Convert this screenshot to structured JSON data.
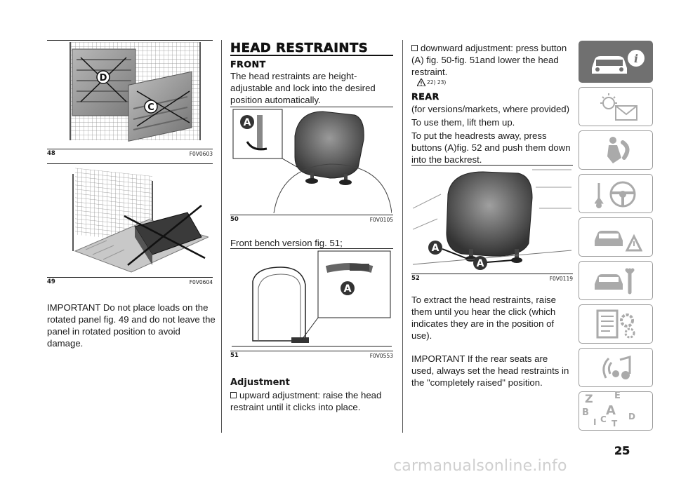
{
  "figures": {
    "fig48": {
      "num": "48",
      "code": "F0V0603",
      "callouts": [
        "D",
        "C"
      ]
    },
    "fig49": {
      "num": "49",
      "code": "F0V0604"
    },
    "fig50": {
      "num": "50",
      "code": "F0V0105",
      "callouts": [
        "A"
      ]
    },
    "fig51": {
      "num": "51",
      "code": "F0V0553",
      "callouts": [
        "A"
      ]
    },
    "fig52": {
      "num": "52",
      "code": "F0V0119",
      "callouts": [
        "A",
        "A"
      ]
    }
  },
  "col1": {
    "important": "IMPORTANT Do not place loads on the rotated panel fig. 49 and do not leave the panel in rotated position to avoid damage."
  },
  "col2": {
    "title": "HEAD RESTRAINTS",
    "front_heading": "FRONT",
    "front_text": "The head restraints are height-adjustable and lock into the desired position automatically.",
    "bench_text": "Front bench version fig. 51;",
    "adjustment_heading": "Adjustment",
    "upward_text": "upward adjustment: raise the head restraint until it clicks into place."
  },
  "col3": {
    "downward_text": "downward adjustment: press button (A) fig. 50-fig. 51and lower the head restraint.",
    "note_refs": "22) 23)",
    "rear_heading": "REAR",
    "rear_p1": "(for versions/markets, where provided)",
    "rear_p2": "To use them, lift them up.",
    "rear_p3": "To put the headrests away, press buttons (A)fig. 52 and push them down into the backrest.",
    "extract_text": "To extract the head restraints, raise them until you hear the click (which indicates they are in the position of use).",
    "important_text": "IMPORTANT If the rear seats are used, always set the head restraints in the \"completely raised\" position."
  },
  "sidebar": {
    "tabs": [
      {
        "icon": "car-info-icon",
        "active": true
      },
      {
        "icon": "warning-lights-icon",
        "active": false
      },
      {
        "icon": "safety-airbag-icon",
        "active": false
      },
      {
        "icon": "starting-driving-icon",
        "active": false
      },
      {
        "icon": "emergency-icon",
        "active": false
      },
      {
        "icon": "maintenance-icon",
        "active": false
      },
      {
        "icon": "technical-data-icon",
        "active": false
      },
      {
        "icon": "multimedia-icon",
        "active": false
      },
      {
        "icon": "index-icon",
        "active": false
      }
    ],
    "index_letters": [
      "Z",
      "E",
      "B",
      "A",
      "C",
      "D",
      "T",
      "I"
    ]
  },
  "page_number": "25",
  "watermark": "carmanualsonline.info"
}
